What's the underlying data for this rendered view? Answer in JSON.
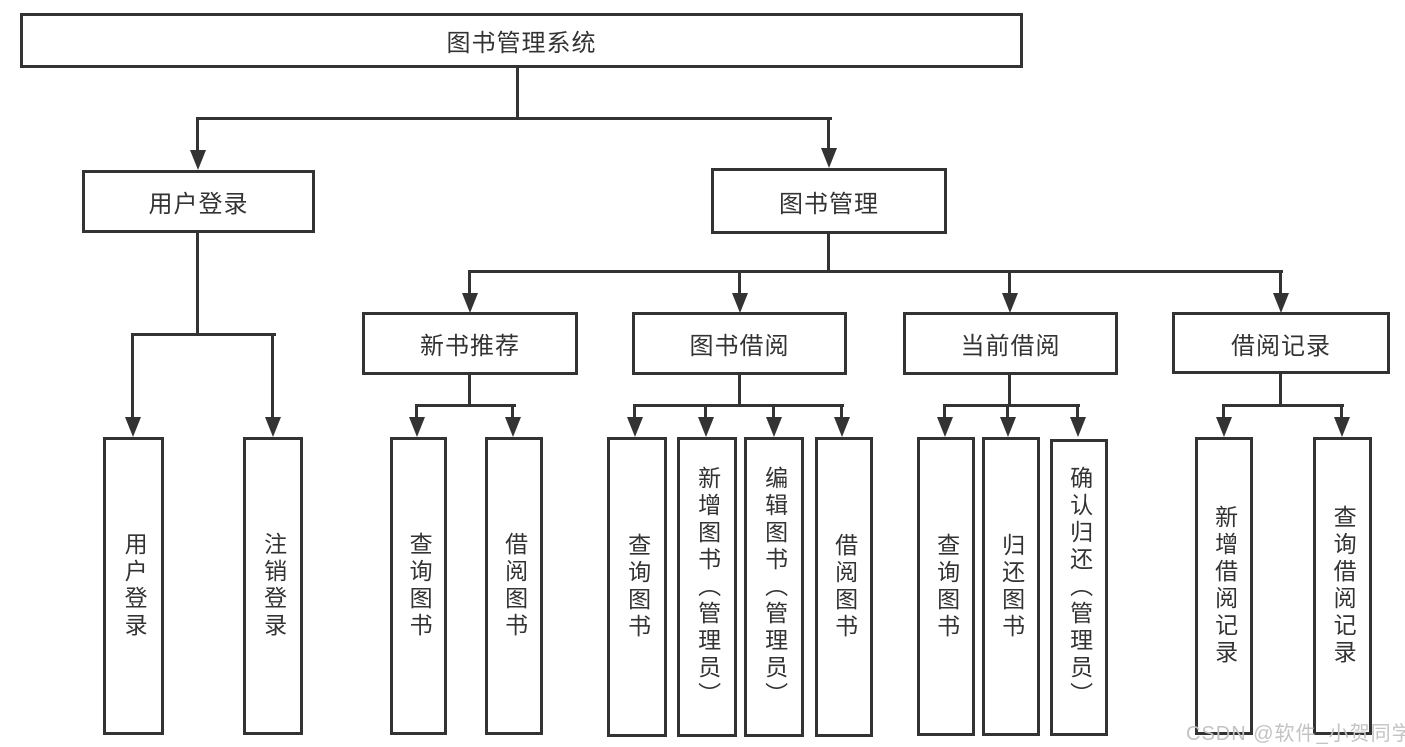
{
  "tree": {
    "label": "图书管理系统",
    "children": [
      {
        "label": "用户登录",
        "children": [
          {
            "label": "用户登录"
          },
          {
            "label": "注销登录"
          }
        ]
      },
      {
        "label": "图书管理",
        "children": [
          {
            "label": "新书推荐",
            "children": [
              {
                "label": "查询图书"
              },
              {
                "label": "借阅图书"
              }
            ]
          },
          {
            "label": "图书借阅",
            "children": [
              {
                "label": "查询图书"
              },
              {
                "label": "新增图书（管理员）"
              },
              {
                "label": "编辑图书（管理员）"
              },
              {
                "label": "借阅图书"
              }
            ]
          },
          {
            "label": "当前借阅",
            "children": [
              {
                "label": "查询图书"
              },
              {
                "label": "归还图书"
              },
              {
                "label": "确认归还（管理员）"
              }
            ]
          },
          {
            "label": "借阅记录",
            "children": [
              {
                "label": "新增借阅记录"
              },
              {
                "label": "查询借阅记录"
              }
            ]
          }
        ]
      }
    ]
  },
  "watermark": {
    "text": "CSDN @软件_小贺同学"
  },
  "colors": {
    "line": "#333333",
    "text": "#333333",
    "watermark": "#c3c3c3",
    "background": "#ffffff"
  }
}
